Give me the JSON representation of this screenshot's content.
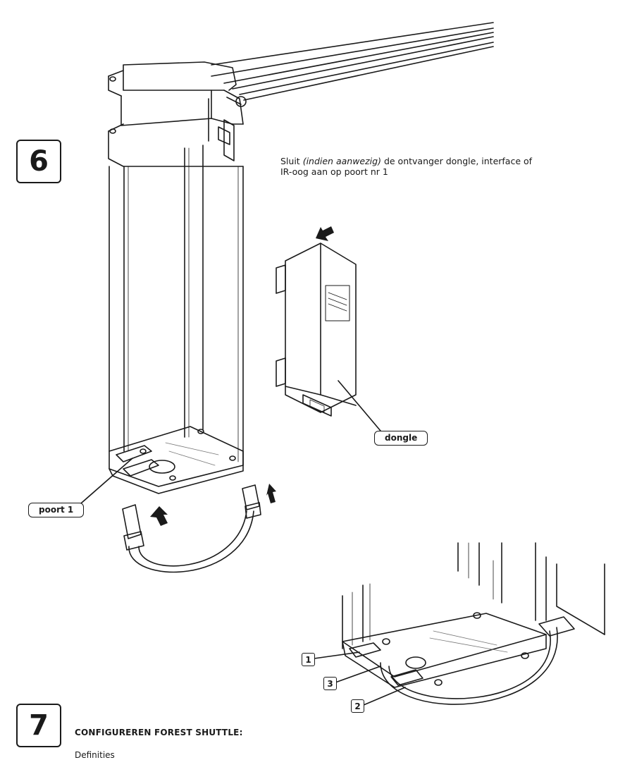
{
  "steps": {
    "step6": "6",
    "step7": "7"
  },
  "instruction": {
    "prefix": "Sluit ",
    "emphasis": "(indien aanwezig)",
    "line1_rest": " de ontvanger dongle, interface of",
    "line2": "IR-oog aan op poort nr 1"
  },
  "labels": {
    "dongle": "dongle",
    "poort1": "poort 1"
  },
  "detail_callouts": [
    "1",
    "3",
    "2"
  ],
  "section7": {
    "heading": "CONFIGUREREN FOREST SHUTTLE:",
    "cutoff_text": "Definities"
  }
}
